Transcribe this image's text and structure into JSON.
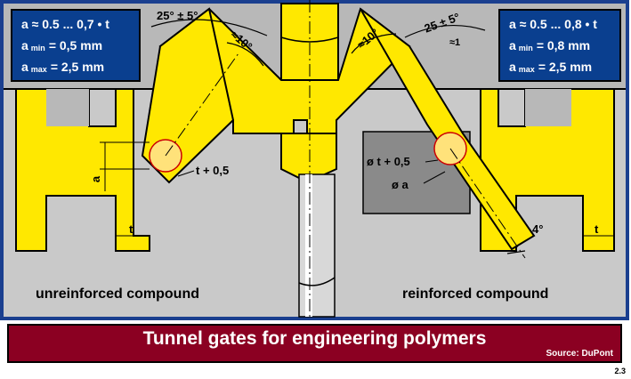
{
  "left_box": {
    "line1": "a ≈ 0.5 ... 0,7 • t",
    "line2_pre": "a",
    "line2_sub": "min",
    "line2_post": "= 0,5 mm",
    "line3_pre": "a",
    "line3_sub": "max",
    "line3_post": "= 2,5 mm"
  },
  "right_box": {
    "line1": "a ≈ 0.5 ... 0,8 • t",
    "line2_pre": "a",
    "line2_sub": "min",
    "line2_post": "= 0,8 mm",
    "line3_pre": "a",
    "line3_sub": "max",
    "line3_post": "= 2,5 mm"
  },
  "dimensions": {
    "left_angle": "25° ± 5°",
    "left_cone": "≈10°",
    "right_cone": "≈10°",
    "right_angle": "25 ± 5°",
    "right_land": "≈1",
    "left_offset": "t + 0,5",
    "left_a": "a",
    "left_t": "t",
    "right_dia_t": "ø t + 0,5",
    "right_dia_a": "ø a",
    "right_taper": "4°",
    "right_t": "t"
  },
  "captions": {
    "left": "unreinforced compound",
    "right": "reinforced compound"
  },
  "banner": {
    "title": "Tunnel gates for engineering polymers",
    "source": "Source: DuPont"
  },
  "figure_number": "2.3",
  "colors": {
    "yellow": "#ffe800",
    "mold": "#c9c9c9",
    "mold_dark": "#8a8a8a",
    "frame": "#1a3f8f",
    "box": "#0a3f8f",
    "banner": "#8b0022",
    "gate": "#ffe27a"
  }
}
